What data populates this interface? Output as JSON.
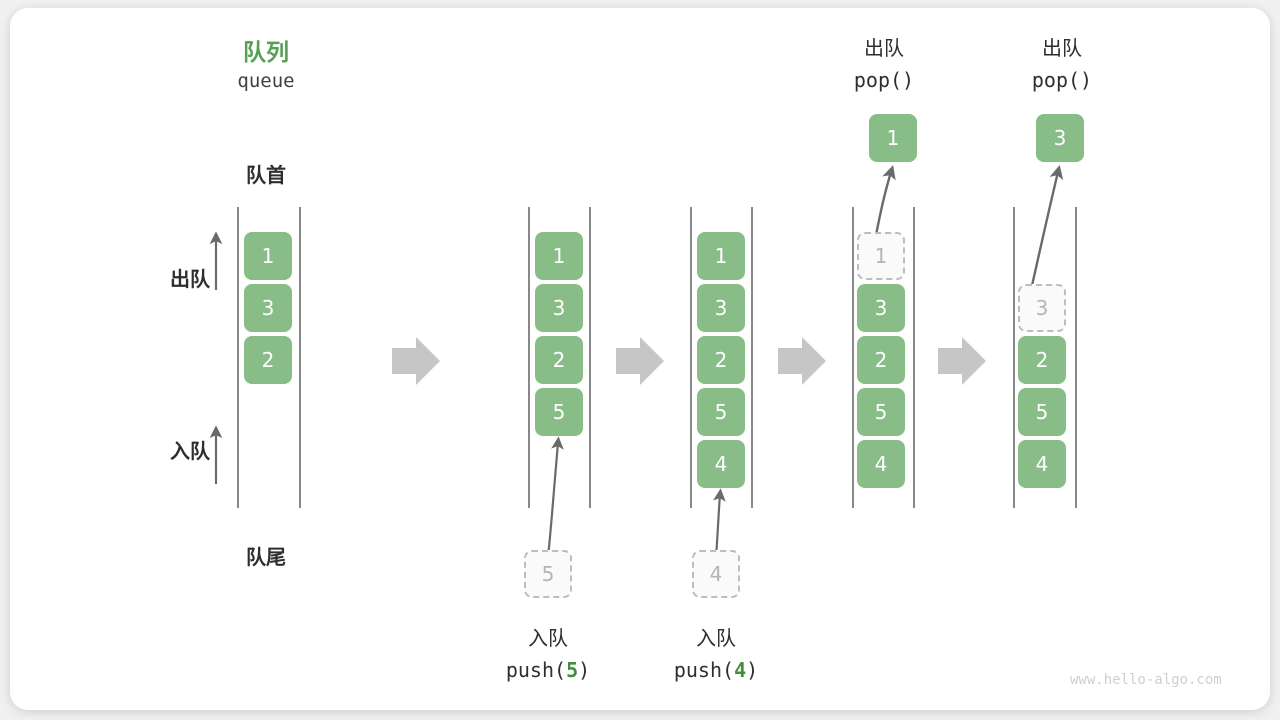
{
  "diagram": {
    "title_cn": "队列",
    "title_en": "queue",
    "front_label": "队首",
    "rear_label": "队尾",
    "dequeue_label": "出队",
    "enqueue_label": "入队",
    "watermark": "www.hello-algo.com",
    "accent_green": "#88bd88",
    "title_green": "#56a056",
    "code_green": "#3f8f3f",
    "ghost_gray": "#b5b5b5",
    "arrow_gray": "#6a6a6a",
    "flow_gray": "#c6c6c6"
  },
  "stages": [
    {
      "name": "initial",
      "cells": [
        {
          "value": "1",
          "state": "filled"
        },
        {
          "value": "3",
          "state": "filled"
        },
        {
          "value": "2",
          "state": "filled"
        }
      ]
    },
    {
      "name": "after-push-5",
      "cells": [
        {
          "value": "1",
          "state": "filled"
        },
        {
          "value": "3",
          "state": "filled"
        },
        {
          "value": "2",
          "state": "filled"
        },
        {
          "value": "5",
          "state": "filled"
        }
      ],
      "op_cn": "入队",
      "op_code_prefix": "push(",
      "op_code_value": "5",
      "op_code_suffix": ")",
      "incoming_value": "5"
    },
    {
      "name": "after-push-4",
      "cells": [
        {
          "value": "1",
          "state": "filled"
        },
        {
          "value": "3",
          "state": "filled"
        },
        {
          "value": "2",
          "state": "filled"
        },
        {
          "value": "5",
          "state": "filled"
        },
        {
          "value": "4",
          "state": "filled"
        }
      ],
      "op_cn": "入队",
      "op_code_prefix": "push(",
      "op_code_value": "4",
      "op_code_suffix": ")",
      "incoming_value": "4"
    },
    {
      "name": "after-pop-1",
      "cells": [
        {
          "value": "1",
          "state": "ghost"
        },
        {
          "value": "3",
          "state": "filled"
        },
        {
          "value": "2",
          "state": "filled"
        },
        {
          "value": "5",
          "state": "filled"
        },
        {
          "value": "4",
          "state": "filled"
        }
      ],
      "op_cn": "出队",
      "op_code": "pop()",
      "popped_value": "1"
    },
    {
      "name": "after-pop-3",
      "cells": [
        {
          "value": "",
          "state": "empty"
        },
        {
          "value": "3",
          "state": "ghost"
        },
        {
          "value": "2",
          "state": "filled"
        },
        {
          "value": "5",
          "state": "filled"
        },
        {
          "value": "4",
          "state": "filled"
        }
      ],
      "op_cn": "出队",
      "op_code": "pop()",
      "popped_value": "3"
    }
  ]
}
